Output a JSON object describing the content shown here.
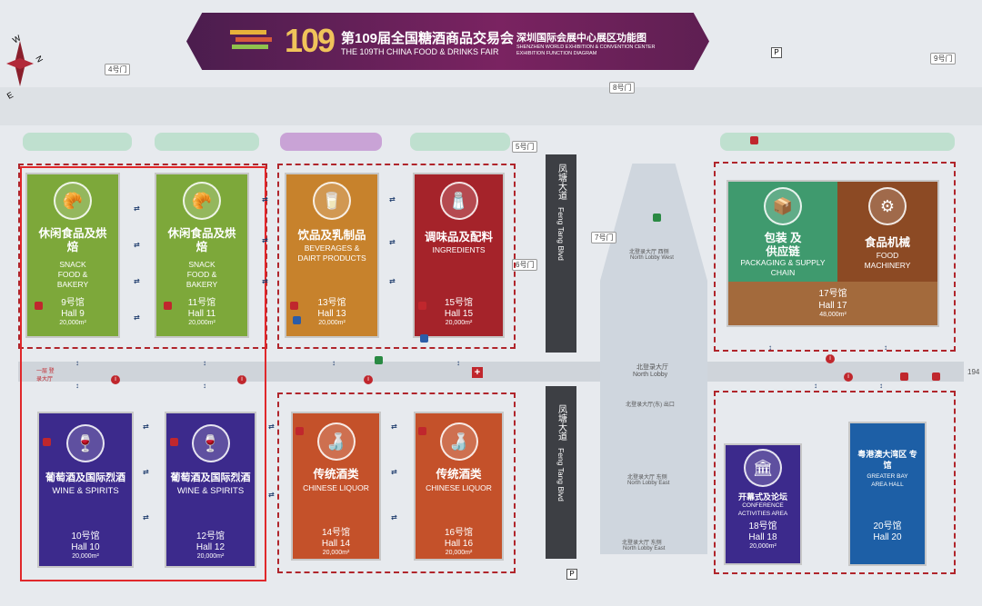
{
  "banner": {
    "number": "109",
    "title_cn": "第109届全国糖酒商品交易会",
    "title_en": "THE 109TH CHINA FOOD & DRINKS FAIR",
    "venue_cn": "深圳国际会展中心展区功能图",
    "venue_en": "SHENZHEN WORLD EXHIBITION & CONVENTION CENTER EXHIBITION FUNCTION DIAGRAM"
  },
  "compass": {
    "w": "W",
    "n": "N",
    "e": "E"
  },
  "gates": {
    "g4": "4号门",
    "g5": "5号门",
    "g6": "6号门",
    "g7": "7号门",
    "g8": "8号门",
    "g9": "9号门"
  },
  "road": {
    "name_cn": "凤塘大道",
    "name_en": "Feng Tang Blvd"
  },
  "lobby": {
    "north_lobby_cn": "北登录大厅",
    "north_lobby_en": "North Lobby",
    "west_cn": "北登录大厅 西侧",
    "west_en": "North Lobby West",
    "east_cn": "北登录大厅 东侧",
    "east_en": "North Lobby East",
    "exit_cn": "北登录大厅(东) 出口"
  },
  "halls": [
    {
      "cn": "休闲食品及烘焙",
      "en": "SNACK FOOD & BAKERY",
      "num_cn": "9号馆",
      "num_en": "Hall 9",
      "area": "20,000m²",
      "color": "#7da83a"
    },
    {
      "cn": "休闲食品及烘焙",
      "en": "SNACK FOOD & BAKERY",
      "num_cn": "11号馆",
      "num_en": "Hall 11",
      "area": "20,000m²",
      "color": "#7da83a"
    },
    {
      "cn": "饮品及乳制品",
      "en": "BEVERAGES & DAIRT PRODUCTS",
      "num_cn": "13号馆",
      "num_en": "Hall 13",
      "area": "20,000m²",
      "color": "#c7822c"
    },
    {
      "cn": "调味品及配料",
      "en": "INGREDIENTS",
      "num_cn": "15号馆",
      "num_en": "Hall 15",
      "area": "20,000m²",
      "color": "#a5232a"
    },
    {
      "cn": "包装 及供应链",
      "en": "PACKAGING & SUPPLY CHAIN",
      "num_cn": "17号馆",
      "num_en": "Hall 17",
      "area": "48,000m²",
      "color": "#3f9a6e"
    },
    {
      "cn": "食品机械",
      "en": "FOOD MACHINERY",
      "color": "#8c4a24"
    },
    {
      "cn": "葡萄酒及国际烈酒",
      "en": "WINE & SPIRITS",
      "num_cn": "10号馆",
      "num_en": "Hall 10",
      "area": "20,000m²",
      "color": "#3c2a8c"
    },
    {
      "cn": "葡萄酒及国际烈酒",
      "en": "WINE & SPIRITS",
      "num_cn": "12号馆",
      "num_en": "Hall 12",
      "area": "20,000m²",
      "color": "#3c2a8c"
    },
    {
      "cn": "传统酒类",
      "en": "CHINESE LIQUOR",
      "num_cn": "14号馆",
      "num_en": "Hall 14",
      "area": "20,000m²",
      "color": "#c4512a"
    },
    {
      "cn": "传统酒类",
      "en": "CHINESE LIQUOR",
      "num_cn": "16号馆",
      "num_en": "Hall 16",
      "area": "20,000m²",
      "color": "#c4512a"
    },
    {
      "cn": "开幕式及论坛",
      "en": "CONFERENCE ACTIVITIES AREA",
      "num_cn": "18号馆",
      "num_en": "Hall 18",
      "area": "20,000m²",
      "color": "#3c2a8c"
    },
    {
      "cn": "粤港澳大湾区 专馆",
      "en": "GREATER BAY AREA HALL",
      "num_cn": "20号馆",
      "num_en": "Hall 20",
      "color": "#1d5fa6"
    }
  ],
  "icons": {
    "hall": "glass-icon",
    "parking": "P",
    "info": "i",
    "medical": "+"
  },
  "side_label": {
    "cn": "一层 登录大厅",
    "partial": "194"
  }
}
